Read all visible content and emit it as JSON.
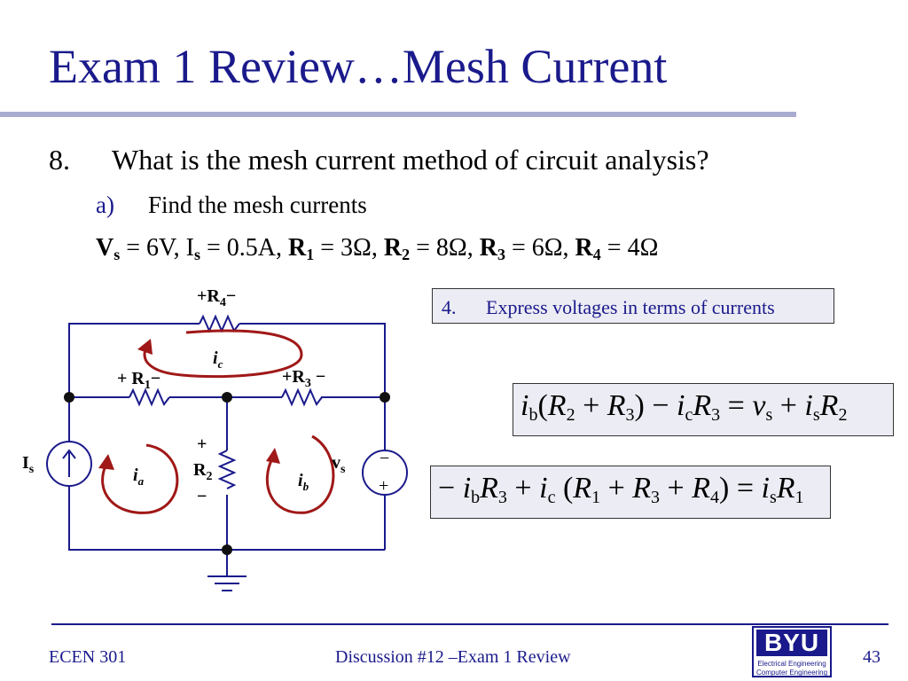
{
  "slide": {
    "title": "Exam 1 Review…Mesh Current",
    "item_number": "8.",
    "item_text": "What is the mesh current method of circuit analysis?",
    "sub_letter": "a)",
    "sub_text": "Find the mesh currents",
    "params": {
      "vs_name": "V",
      "vs_sub": "s",
      "vs_val": " = 6V, ",
      "is_name": "I",
      "is_sub": "s",
      "is_val": " = 0.5A, ",
      "r1_name": "R",
      "r1_sub": "1",
      "r1_val": " = 3Ω, ",
      "r2_name": "R",
      "r2_sub": "2",
      "r2_val": " = 8Ω, ",
      "r3_name": "R",
      "r3_sub": "3",
      "r3_val": " = 6Ω, ",
      "r4_name": "R",
      "r4_sub": "4",
      "r4_val": " = 4Ω"
    },
    "step_box": {
      "number": "4.",
      "text": "Express voltages in terms of currents"
    },
    "equations": {
      "eq1": [
        "i",
        "b",
        "(",
        "R",
        "2",
        " + ",
        "R",
        "3",
        ") − ",
        "i",
        "c",
        "R",
        "3",
        " = ",
        "v",
        "s",
        " + ",
        "i",
        "s",
        "R",
        "2"
      ],
      "eq2": [
        "− ",
        "i",
        "b",
        "R",
        "3",
        " + ",
        "i",
        "c",
        " (",
        "R",
        "1",
        " + ",
        "R",
        "3",
        " + ",
        "R",
        "4",
        ") = ",
        "i",
        "s",
        "R",
        "1"
      ]
    }
  },
  "circuit": {
    "r4_label": "+R",
    "r4_sub": "4",
    "r4_minus": "−",
    "r1_label": "+ R",
    "r1_sub": "1",
    "r1_minus": "−",
    "r3_label": "+R",
    "r3_sub": "3",
    "r3_minus": " −",
    "r2_plus": "+",
    "r2_label": "R",
    "r2_sub": "2",
    "r2_minus": "−",
    "is_label": "I",
    "is_sub": "s",
    "vs_label": "v",
    "vs_sub": "s",
    "vs_top": "−",
    "vs_bottom": "+",
    "ia_label": "i",
    "ia_sub": "a",
    "ib_label": "i",
    "ib_sub": "b",
    "ic_label": "i",
    "ic_sub": "c",
    "wire_color": "#1a1a8c",
    "loop_color": "#a01818"
  },
  "footer": {
    "course": "ECEN 301",
    "center": "Discussion #12 –Exam 1 Review",
    "page": "43",
    "logo_mark": "BYU",
    "logo_line1": "Electrical Engineering",
    "logo_line2": "Computer Engineering"
  }
}
